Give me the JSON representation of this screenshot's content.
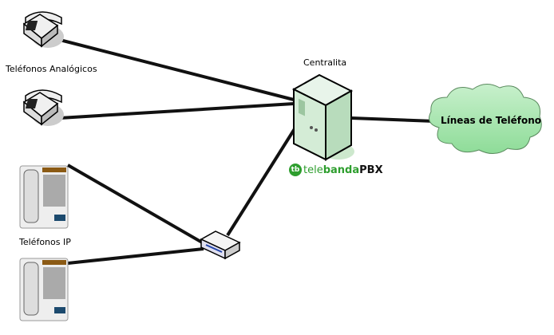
{
  "labels": {
    "analog_phones": "Teléfonos Analógicos",
    "ip_phones": "Teléfonos IP",
    "pbx": "Centralita",
    "phone_lines": "Líneas de Teléfono"
  },
  "brand": {
    "badge": "tb",
    "part1": "tele",
    "part2": "banda",
    "part3": "PBX"
  },
  "colors": {
    "cloud": "#a8e6b0",
    "brand_green": "#2e9e2e",
    "server": "#d4ecd6"
  },
  "connections": [
    {
      "from": "analog-phone-1",
      "to": "pbx-server"
    },
    {
      "from": "analog-phone-2",
      "to": "pbx-server"
    },
    {
      "from": "ip-phone-1",
      "to": "network-switch"
    },
    {
      "from": "ip-phone-2",
      "to": "network-switch"
    },
    {
      "from": "network-switch",
      "to": "pbx-server"
    },
    {
      "from": "pbx-server",
      "to": "phone-lines-cloud"
    }
  ]
}
